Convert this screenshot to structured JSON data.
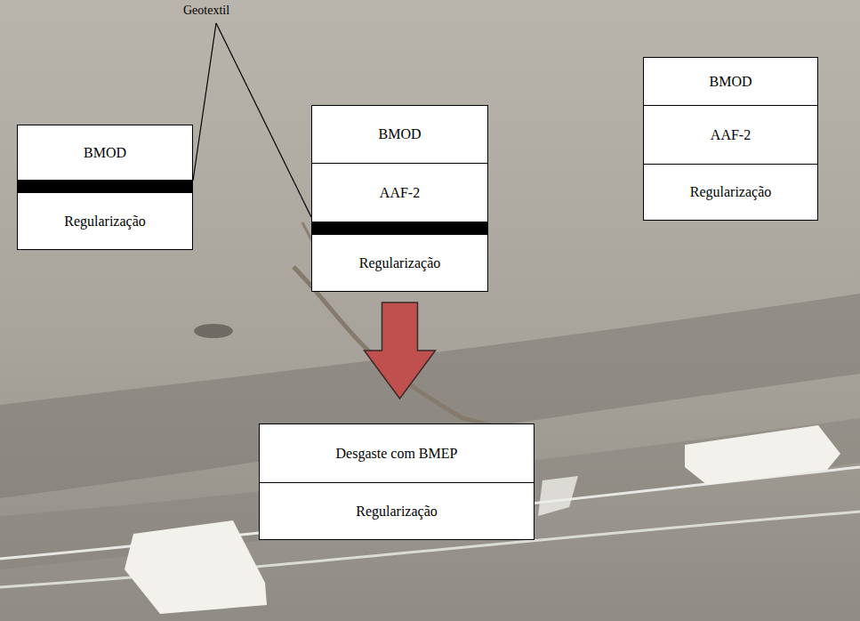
{
  "diagram": {
    "nodes": [
      {
        "text": [
          "BMOD"
        ]
      },
      {
        "text": [
          "Regularização"
        ]
      },
      {
        "text": [
          "BMOD"
        ]
      },
      {
        "text": [
          "AAF-2"
        ]
      },
      {
        "text": [
          "Regularização"
        ]
      },
      {
        "text": [
          "BMOD"
        ]
      },
      {
        "text": [
          "AAF-2"
        ]
      },
      {
        "text": [
          "Regularização"
        ]
      },
      {
        "text": [
          "Desgaste com BMEP"
        ]
      },
      {
        "text": [
          "Regularização"
        ]
      }
    ],
    "edges": [
      {
        "from": 4,
        "to": 8,
        "arrow": "to"
      }
    ],
    "labels": [
      "Geotextil"
    ]
  }
}
